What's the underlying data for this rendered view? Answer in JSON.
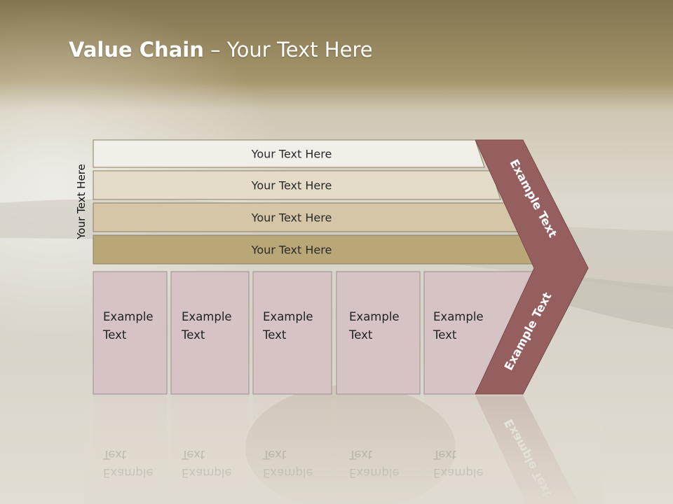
{
  "title": {
    "bold": "Value Chain",
    "rest": " – Your Text Here"
  },
  "side_label": "Your Text Here",
  "rows": [
    {
      "label": "Your Text Here",
      "fill": "#f2efe9"
    },
    {
      "label": "Your Text Here",
      "fill": "#e4dbc8"
    },
    {
      "label": "Your Text Here",
      "fill": "#d4c6a6"
    },
    {
      "label": "Your Text Here",
      "fill": "#b9a778"
    }
  ],
  "cells": [
    {
      "line1": "Example",
      "line2": "Text"
    },
    {
      "line1": "Example",
      "line2": "Text"
    },
    {
      "line1": "Example",
      "line2": "Text"
    },
    {
      "line1": "Example",
      "line2": "Text"
    },
    {
      "line1": "Example",
      "line2": "Text"
    }
  ],
  "chevron": {
    "upper": "Example Text",
    "lower": "Example Text"
  },
  "colors": {
    "cell_fill": "#d6c4c4",
    "chevron_fill": "#955f60",
    "header_band": "#9e8c5a"
  }
}
